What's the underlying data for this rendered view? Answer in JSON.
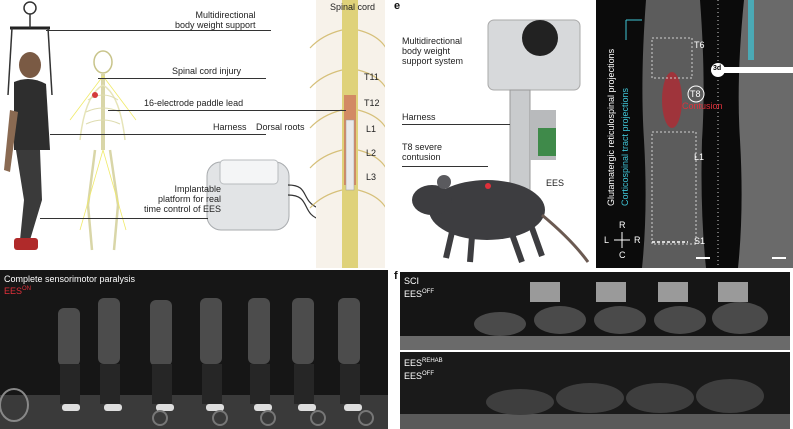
{
  "panel_left_top": {
    "labels": {
      "bws": "Multidirectional\nbody weight support",
      "sci": "Spinal cord injury",
      "lead": "16-electrode paddle lead",
      "harness": "Harness",
      "dorsal": "Dorsal roots",
      "platform": "Implantable\nplatform for real\ntime control of EES",
      "spinal_cord": "Spinal cord",
      "t11": "T11",
      "t12": "T12",
      "l1": "L1",
      "l2": "L2",
      "l3": "L3"
    }
  },
  "panel_e": {
    "letter": "e",
    "labels": {
      "bws": "Multidirectional\nbody weight\nsupport system",
      "harness": "Harness",
      "contusion": "T8 severe\ncontusion",
      "ees": "EES"
    }
  },
  "panel_right": {
    "glut": "Glutamatergic reticulospinal projections",
    "cst": "Corticospinal tract projections",
    "t6": "T6",
    "t8": "T8",
    "contusion": "Contusion",
    "l1": "L1",
    "s1": "S1",
    "circ": "3d",
    "compass": {
      "r_top": "R",
      "l": "L",
      "r": "R",
      "c": "C"
    },
    "colors": {
      "cyan": "#3fc4d6",
      "red": "#e0303a"
    }
  },
  "panel_bottom_left": {
    "line1": "Complete sensorimotor paralysis",
    "ees": "EES",
    "ees_sup": "ON"
  },
  "panel_f": {
    "letter": "f",
    "top": {
      "sci": "SCI",
      "ees": "EES",
      "ees_sup": "OFF"
    },
    "bottom": {
      "ees1": "EES",
      "ees1_sup": "REHAB",
      "ees2": "EES",
      "ees2_sup": "OFF"
    }
  }
}
